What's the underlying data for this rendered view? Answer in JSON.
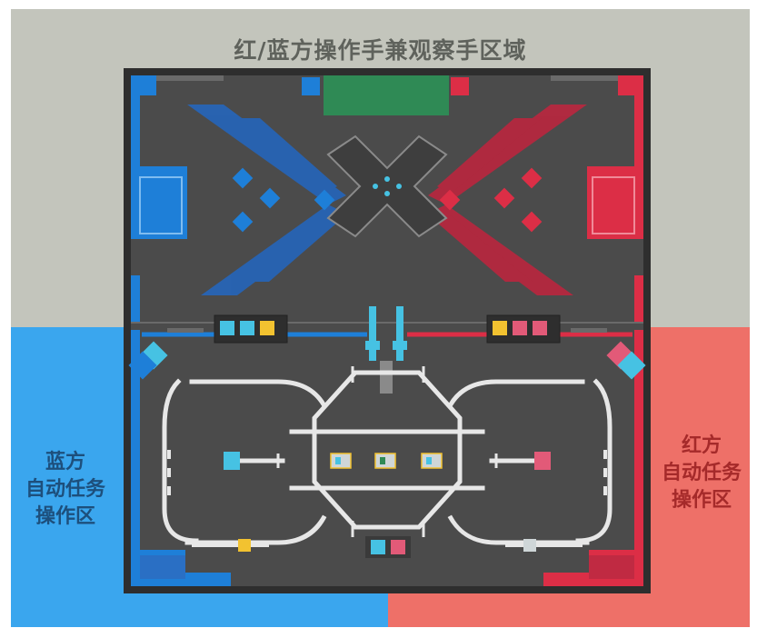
{
  "title": "红/蓝方操作手兼观察手区域",
  "blue_zone_label": "蓝方\n自动任务\n操作区",
  "red_zone_label": "红方\n自动任务\n操作区",
  "colors": {
    "observer_area": "#c3c5bc",
    "blue_area": "#3aa6ee",
    "red_area": "#ee7068",
    "field_floor": "#4b4b4b",
    "field_border": "#2e2e2e",
    "blue_team": "#1e7fd8",
    "red_team": "#dc2e46",
    "green_zone": "#2f8a55",
    "lines": "#e7e7e7",
    "yellow_block": "#f2c230",
    "cyan_block": "#46c2e3",
    "pink_block": "#e25a78"
  },
  "icons": {
    "center_cross": "x-shaped-zone",
    "blocks": "square-markers",
    "tracks": "white-line-paths"
  }
}
